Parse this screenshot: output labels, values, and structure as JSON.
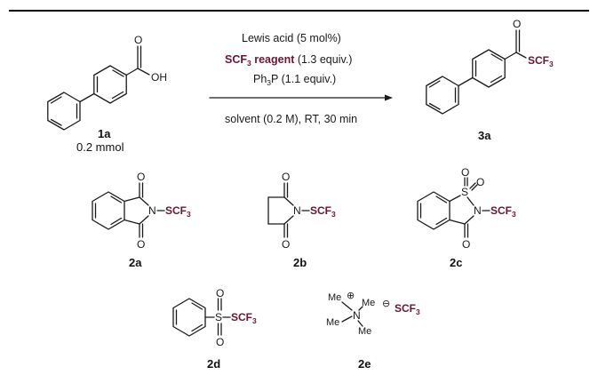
{
  "reaction": {
    "substrate_label": "1a",
    "substrate_amount": "0.2 mmol",
    "product_label": "3a",
    "condition_1": "Lewis acid (5 mol%)",
    "condition_2_reagent": "SCF",
    "condition_2_reagent_sub": "3",
    "condition_2_reagent_tail": " reagent",
    "condition_2_amount": " (1.3 equiv.)",
    "condition_3_main": "Ph",
    "condition_3_sub": "3",
    "condition_3_tail": "P (1.1 equiv.)",
    "condition_4": "solvent (0.2 M), RT, 30 min"
  },
  "atoms": {
    "O": "O",
    "OH": "OH",
    "N": "N",
    "S": "S",
    "SCF": "SCF",
    "sub3": "3",
    "Me": "Me",
    "plus": "⊕",
    "minus": "⊖"
  },
  "reagents": {
    "labels": [
      "2a",
      "2b",
      "2c",
      "2d",
      "2e"
    ]
  },
  "colors": {
    "scf3_accent": "#6b1434",
    "ink": "#1a1a1a"
  }
}
